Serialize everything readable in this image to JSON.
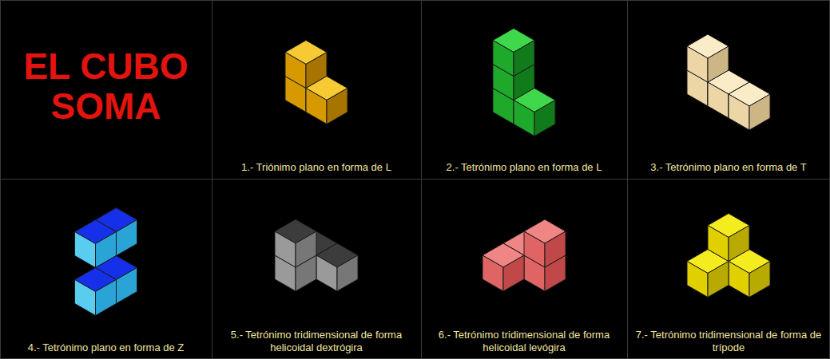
{
  "diagram": {
    "title": "EL CUBO SOMA",
    "labels": [
      "1.- Triónimo plano en forma de L",
      "2.- Tetrónimo plano en forma de L",
      "3.- Tetrónimo plano en forma de T",
      "4.- Tetrónimo plano en forma de Z",
      "5.- Tetrónimo tridimensional de forma helicoidal dextrógira",
      "6.- Tetrónimo tridimensional de forma helicoidal levógira",
      "7.- Tetrónimo tridimensional de forma de trípode"
    ]
  }
}
